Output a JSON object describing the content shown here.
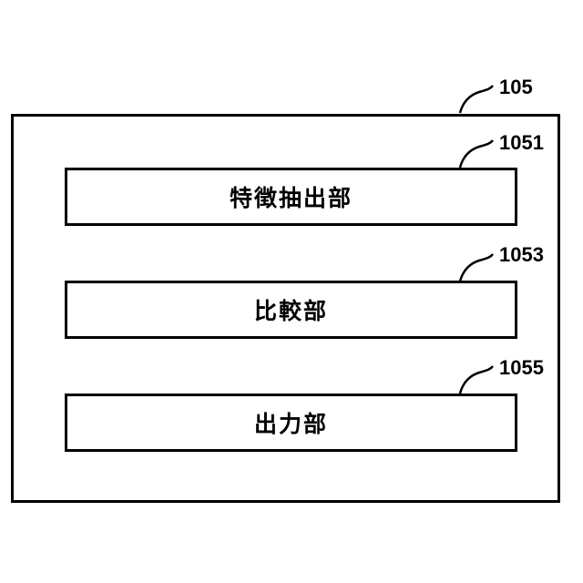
{
  "container": {
    "ref": "105"
  },
  "blocks": [
    {
      "label": "特徴抽出部",
      "ref": "1051"
    },
    {
      "label": "比較部",
      "ref": "1053"
    },
    {
      "label": "出力部",
      "ref": "1055"
    }
  ],
  "colors": {
    "line": "#000000",
    "background": "#ffffff"
  }
}
